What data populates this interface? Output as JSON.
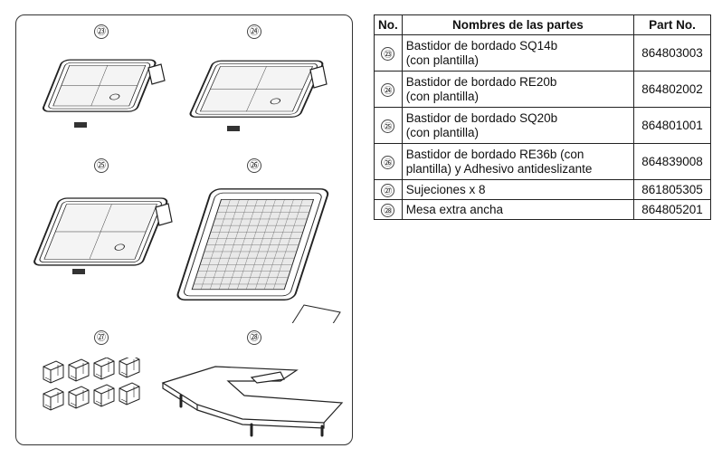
{
  "figure": {
    "markers": [
      "㉓",
      "㉔",
      "㉕",
      "㉖",
      "㉗",
      "㉘"
    ]
  },
  "table": {
    "headers": {
      "no": "No.",
      "name": "Nombres de las partes",
      "part": "Part No."
    },
    "rows": [
      {
        "no": "㉓",
        "name_line1": "Bastidor de bordado SQ14b",
        "name_line2": "(con plantilla)",
        "part": "864803003"
      },
      {
        "no": "㉔",
        "name_line1": "Bastidor de bordado RE20b",
        "name_line2": "(con plantilla)",
        "part": "864802002"
      },
      {
        "no": "㉕",
        "name_line1": "Bastidor de bordado SQ20b",
        "name_line2": "(con plantilla)",
        "part": "864801001"
      },
      {
        "no": "㉖",
        "name_line1": "Bastidor de bordado RE36b (con",
        "name_line2": "plantilla) y Adhesivo antideslizante",
        "part": "864839008"
      },
      {
        "no": "㉗",
        "name_line1": "Sujeciones x 8",
        "name_line2": "",
        "part": "861805305"
      },
      {
        "no": "㉘",
        "name_line1": "Mesa extra ancha",
        "name_line2": "",
        "part": "864805201"
      }
    ]
  }
}
